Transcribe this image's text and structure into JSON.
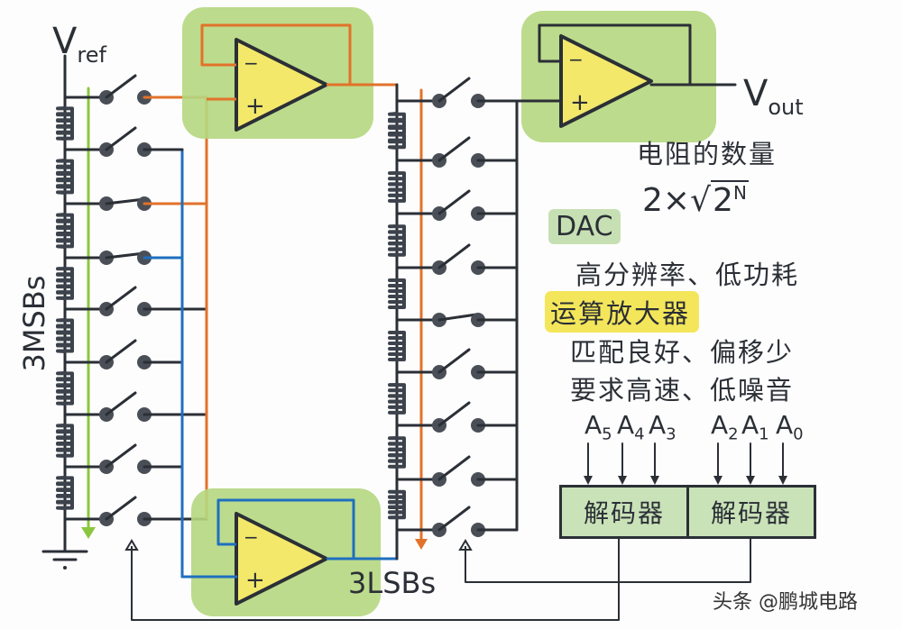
{
  "labels": {
    "vref_main": "V",
    "vref_sub": "ref",
    "vout_main": "V",
    "vout_sub": "out",
    "msb_label": "3MSBs",
    "lsb_label": "3LSBs"
  },
  "notes": {
    "resistor_count_title": "电阻的数量",
    "formula_prefix": "2×",
    "formula_base": "2",
    "formula_exp": "N",
    "dac_badge": "DAC",
    "dac_requirements": "高分辨率、低功耗",
    "opamp_badge": "运算放大器",
    "opamp_req_1": "匹配良好、偏移少",
    "opamp_req_2": "要求高速、低噪音"
  },
  "inputs": {
    "msb_bits": [
      {
        "name": "A",
        "sub": "5"
      },
      {
        "name": "A",
        "sub": "4"
      },
      {
        "name": "A",
        "sub": "3"
      }
    ],
    "lsb_bits": [
      {
        "name": "A",
        "sub": "2"
      },
      {
        "name": "A",
        "sub": "1"
      },
      {
        "name": "A",
        "sub": "0"
      }
    ]
  },
  "decoders": {
    "msb_decoder": "解码器",
    "lsb_decoder": "解码器"
  },
  "opamp_signs": {
    "minus": "−",
    "plus": "+"
  },
  "colors": {
    "wire": "#2b2f36",
    "orange": "#e2722a",
    "blue": "#1f6fbf",
    "green_arrow": "#8cc63f",
    "opamp_bg": "#b5d77f",
    "opamp_body": "#f3e86a",
    "dac_badge": "#c6e0b4",
    "opamp_badge": "#f4e65a",
    "decoder_fill": "#c9e2b8"
  },
  "watermark": "头条 @鹏城电路"
}
